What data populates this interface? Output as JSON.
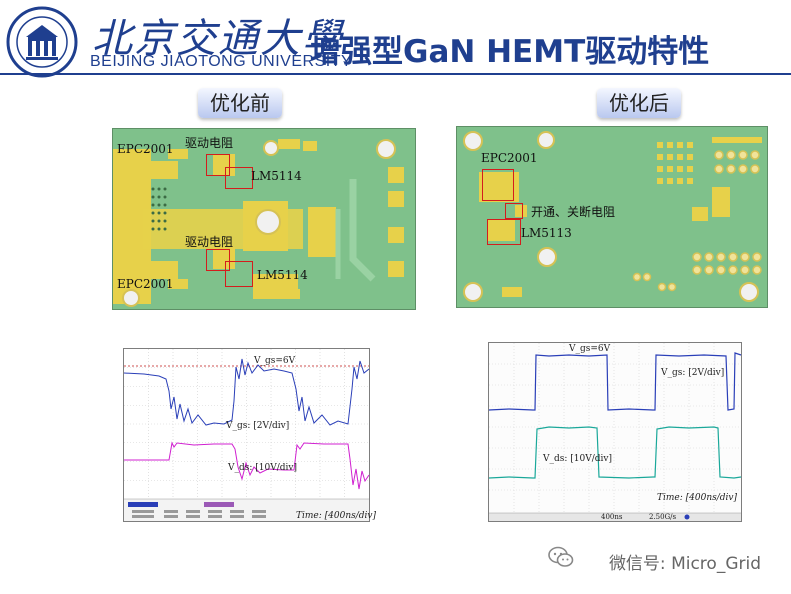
{
  "header": {
    "university_cn": "北京交通大學",
    "university_en": "BEIJING JIAOTONG UNIVERSITY",
    "title": "增强型GaN HEMT驱动特性"
  },
  "before": {
    "label": "优化前",
    "pcb": {
      "annotations": {
        "epc_top": "EPC2001",
        "drive_res_top": "驱动电阻",
        "lm_top": "LM5114",
        "drive_res_bottom": "驱动电阻",
        "lm_bottom": "LM5114",
        "epc_bottom": "EPC2001"
      }
    },
    "scope": {
      "vgs_level": "V_gs=6V",
      "vgs_scale": "V_gs: [2V/div]",
      "vds_scale": "V_ds: [10V/div]",
      "time_scale": "Time: [400ns/div]"
    }
  },
  "after": {
    "label": "优化后",
    "pcb": {
      "annotations": {
        "epc": "EPC2001",
        "onoff_res": "开通、关断电阻",
        "lm": "LM5113"
      }
    },
    "scope": {
      "vgs_level": "V_gs=6V",
      "vgs_scale": "V_gs: [2V/div]",
      "vds_scale": "V_ds: [10V/div]",
      "time_scale": "Time: [400ns/div]",
      "status_left": "400ns",
      "status_mid": "2.50G/s"
    }
  },
  "footer": {
    "wechat": "微信号: Micro_Grid"
  },
  "colors": {
    "brand": "#1f3f8f",
    "pcb_green": "#7fc18b",
    "copper": "#e7d14a",
    "vgs_trace": "#2a3fb8",
    "vds_before": "#d020d0",
    "vds_after": "#1aa89a",
    "annotation_red": "#d41d1d"
  }
}
